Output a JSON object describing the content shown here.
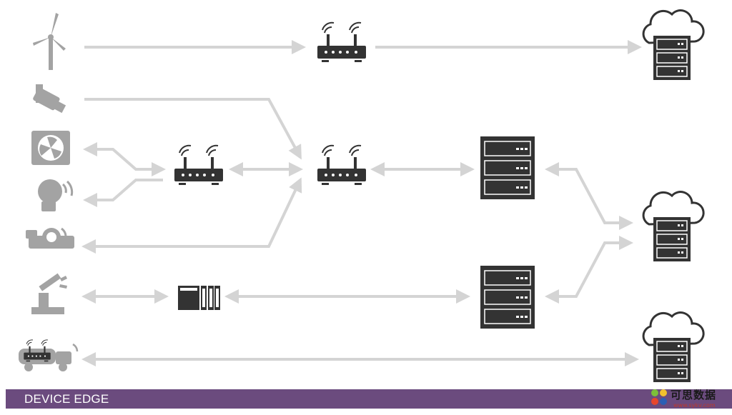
{
  "footer": {
    "label": "DEVICE EDGE"
  },
  "watermark": {
    "brand": "可思数据",
    "url": "www.sykv.com"
  },
  "colors": {
    "arrow": "#d4d4d4",
    "icon_gray": "#a3a3a3",
    "icon_dark": "#333333",
    "footer": "#6b4b7e"
  },
  "devices": [
    "wind-turbine-icon",
    "security-camera-icon",
    "fan-unit-icon",
    "smart-bulb-icon",
    "pipe-sensor-icon",
    "robot-arm-icon",
    "tanker-truck-icon"
  ]
}
